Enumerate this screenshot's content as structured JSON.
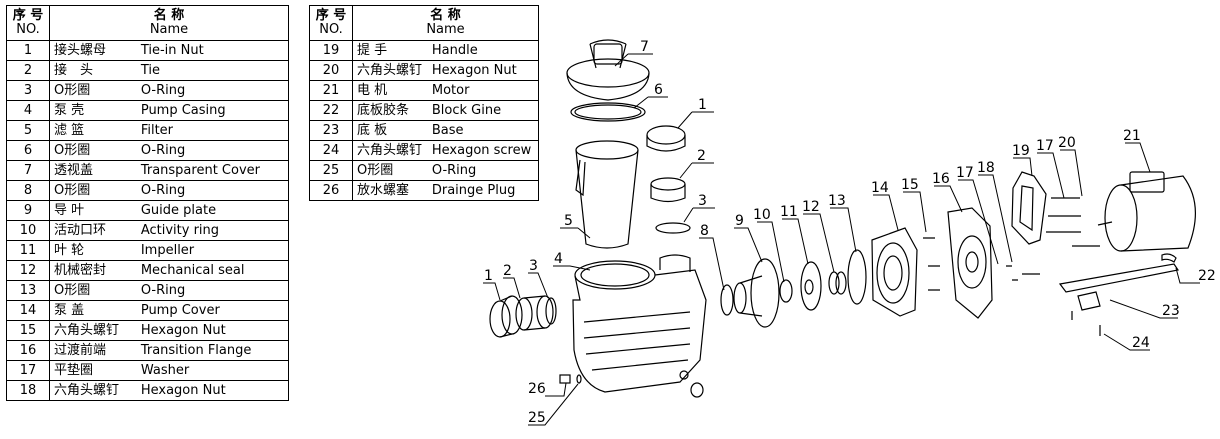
{
  "tables": [
    {
      "header": {
        "no_zh": "序 号",
        "no_en": "NO.",
        "name_zh": "名 称",
        "name_en": "Name"
      },
      "rows": [
        {
          "no": "1",
          "cn": "接头螺母",
          "en": "Tie-in Nut"
        },
        {
          "no": "2",
          "cn": "接　头",
          "en": "Tie"
        },
        {
          "no": "3",
          "cn": "O形圈",
          "en": "O-Ring"
        },
        {
          "no": "4",
          "cn": "泵 壳",
          "en": "Pump Casing"
        },
        {
          "no": "5",
          "cn": "滤 篮",
          "en": "Filter"
        },
        {
          "no": "6",
          "cn": "O形圈",
          "en": "O-Ring"
        },
        {
          "no": "7",
          "cn": "透视盖",
          "en": "Transparent Cover"
        },
        {
          "no": "8",
          "cn": "O形圈",
          "en": "O-Ring"
        },
        {
          "no": "9",
          "cn": "导 叶",
          "en": "Guide plate"
        },
        {
          "no": "10",
          "cn": "活动口环",
          "en": "Activity ring"
        },
        {
          "no": "11",
          "cn": "叶 轮",
          "en": "Impeller"
        },
        {
          "no": "12",
          "cn": "机械密封",
          "en": "Mechanical seal"
        },
        {
          "no": "13",
          "cn": "O形圈",
          "en": "O-Ring"
        },
        {
          "no": "14",
          "cn": "泵 盖",
          "en": "Pump Cover"
        },
        {
          "no": "15",
          "cn": "六角头螺钉",
          "en": "Hexagon Nut"
        },
        {
          "no": "16",
          "cn": "过渡前端",
          "en": "Transition Flange"
        },
        {
          "no": "17",
          "cn": "平垫圈",
          "en": "Washer"
        },
        {
          "no": "18",
          "cn": "六角头螺钉",
          "en": "Hexagon Nut"
        }
      ]
    },
    {
      "header": {
        "no_zh": "序 号",
        "no_en": "NO.",
        "name_zh": "名 称",
        "name_en": "Name"
      },
      "rows": [
        {
          "no": "19",
          "cn": "提 手",
          "en": "Handle"
        },
        {
          "no": "20",
          "cn": "六角头螺钉",
          "en": "Hexagon Nut"
        },
        {
          "no": "21",
          "cn": "电 机",
          "en": "Motor"
        },
        {
          "no": "22",
          "cn": "底板胶条",
          "en": "Block Gine"
        },
        {
          "no": "23",
          "cn": "底 板",
          "en": "Base"
        },
        {
          "no": "24",
          "cn": "六角头螺钉",
          "en": "Hexagon screw"
        },
        {
          "no": "25",
          "cn": "O形圈",
          "en": "O-Ring"
        },
        {
          "no": "26",
          "cn": "放水螺塞",
          "en": "Drainge Plug"
        }
      ]
    }
  ],
  "callouts": [
    "1",
    "2",
    "3",
    "4",
    "5",
    "6",
    "7",
    "8",
    "9",
    "10",
    "11",
    "12",
    "13",
    "14",
    "15",
    "16",
    "17",
    "18",
    "19",
    "20",
    "21",
    "22",
    "23",
    "24",
    "25",
    "26"
  ]
}
